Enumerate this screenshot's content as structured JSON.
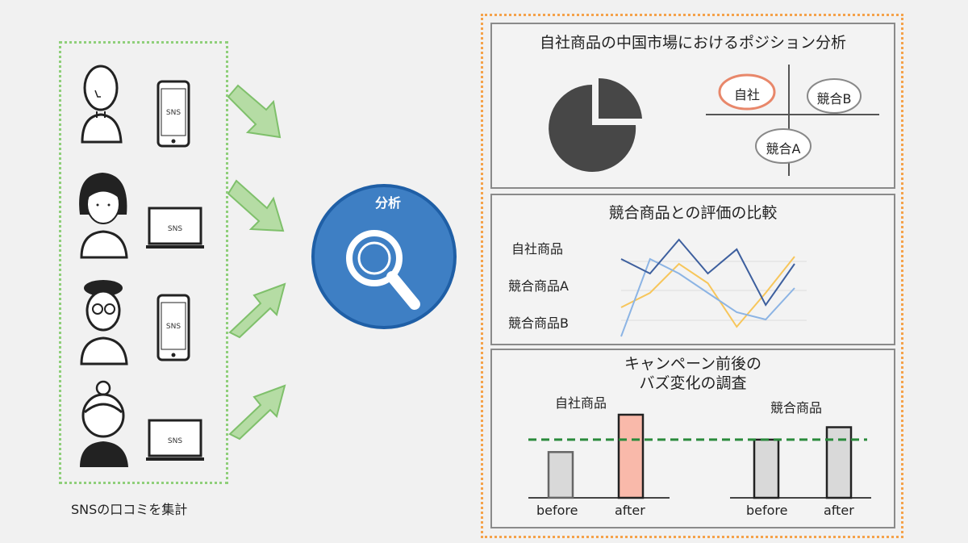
{
  "left": {
    "caption": "SNSの口コミを集計",
    "device_label": "SNS",
    "people": [
      {
        "icon": "bald-man-icon",
        "device": "smartphone-icon"
      },
      {
        "icon": "woman-bob-hair-icon",
        "device": "laptop-icon"
      },
      {
        "icon": "person-glasses-beret-icon",
        "device": "smartphone-icon"
      },
      {
        "icon": "elderly-woman-bun-icon",
        "device": "laptop-icon"
      }
    ]
  },
  "center": {
    "title": "分析",
    "icon": "magnifier-icon",
    "color": "#3e7fc4"
  },
  "panels": {
    "position": {
      "title": "自社商品の中国市場におけるポジション分析",
      "labels": {
        "self": "自社",
        "compB": "競合B",
        "compA": "競合A"
      },
      "pie_color": "#474747",
      "self_oval_color": "#e8876a"
    },
    "comparison": {
      "title": "競合商品との評価の比較",
      "legend": [
        "自社商品",
        "競合商品A",
        "競合商品B"
      ],
      "colors": {
        "self": "#f7c65b",
        "compA": "#8cb4e4",
        "compB": "#3d5f9e"
      }
    },
    "buzz": {
      "title_line1": "キャンペーン前後の",
      "title_line2": "バズ変化の調査",
      "groups": [
        {
          "label": "自社商品",
          "before": "before",
          "after": "after"
        },
        {
          "label": "競合商品",
          "before": "before",
          "after": "after"
        }
      ],
      "colors": {
        "before": "#d9d9d9",
        "self_after": "#f9b9aa",
        "comp_after": "#d9d9d9",
        "dash": "#2a8a3c"
      }
    }
  },
  "chart_data": [
    {
      "type": "line",
      "title": "競合商品との評価の比較",
      "x": [
        1,
        2,
        3,
        4,
        5,
        6,
        7
      ],
      "series": [
        {
          "name": "自社商品",
          "values": [
            1.2,
            1.8,
            3.0,
            2.2,
            0.4,
            1.8,
            3.3
          ]
        },
        {
          "name": "競合商品A",
          "values": [
            0.0,
            3.2,
            2.6,
            1.8,
            1.0,
            0.7,
            2.0
          ]
        },
        {
          "name": "競合商品B",
          "values": [
            3.2,
            2.6,
            4.0,
            2.6,
            3.6,
            1.3,
            3.0
          ]
        }
      ],
      "ylim": [
        0,
        4
      ]
    },
    {
      "type": "bar",
      "title": "キャンペーン前後の バズ変化の調査",
      "categories": [
        "自社商品 before",
        "自社商品 after",
        "競合商品 before",
        "競合商品 after"
      ],
      "values": [
        55,
        100,
        70,
        85
      ],
      "reference_line": 70,
      "ylim": [
        0,
        100
      ]
    }
  ]
}
